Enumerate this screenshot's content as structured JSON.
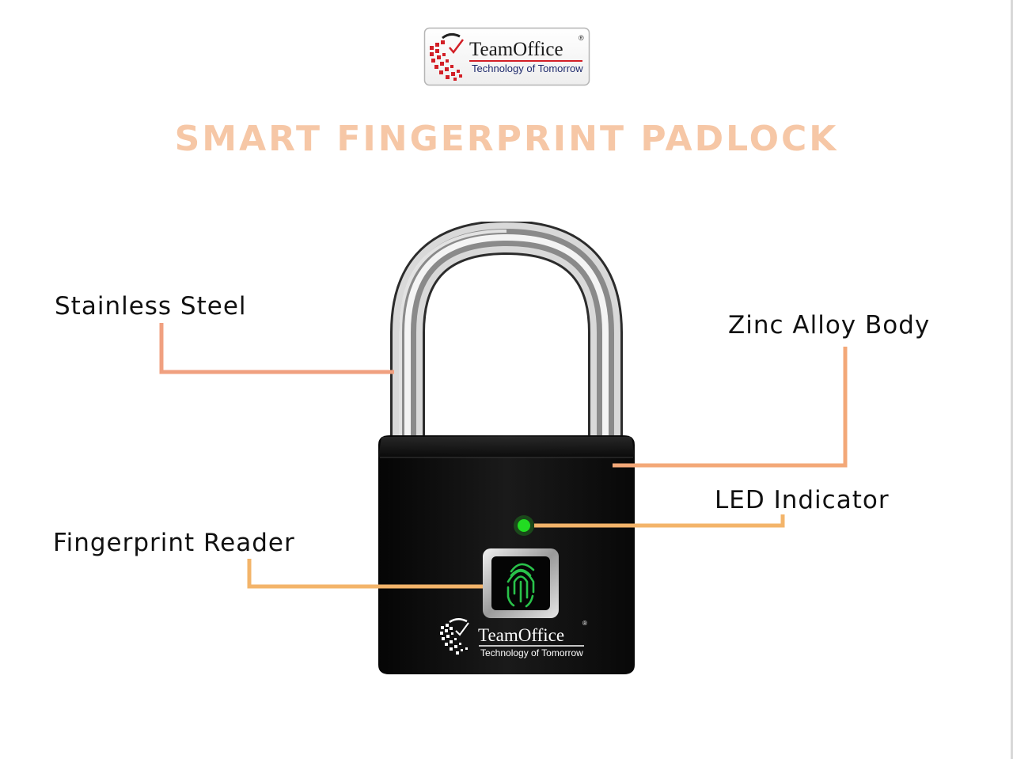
{
  "brand": {
    "name": "TeamOffice",
    "registered": "®",
    "tagline": "Technology of Tomorrow"
  },
  "title": "SMART FINGERPRINT PADLOCK",
  "callouts": {
    "stainless_steel": "Stainless Steel",
    "zinc_alloy_body": "Zinc Alloy Body",
    "led_indicator": "LED Indicator",
    "fingerprint_reader": "Fingerprint Reader"
  },
  "colors": {
    "line_upper": "#f0a080",
    "line_lower": "#f3b46a",
    "led": "#22dd22",
    "fingerprint": "#29c24a",
    "brand_red": "#d21f26",
    "brand_navy": "#1e2a6c"
  },
  "icons": {
    "logo": "teamoffice-logo",
    "fingerprint": "fingerprint-icon"
  }
}
